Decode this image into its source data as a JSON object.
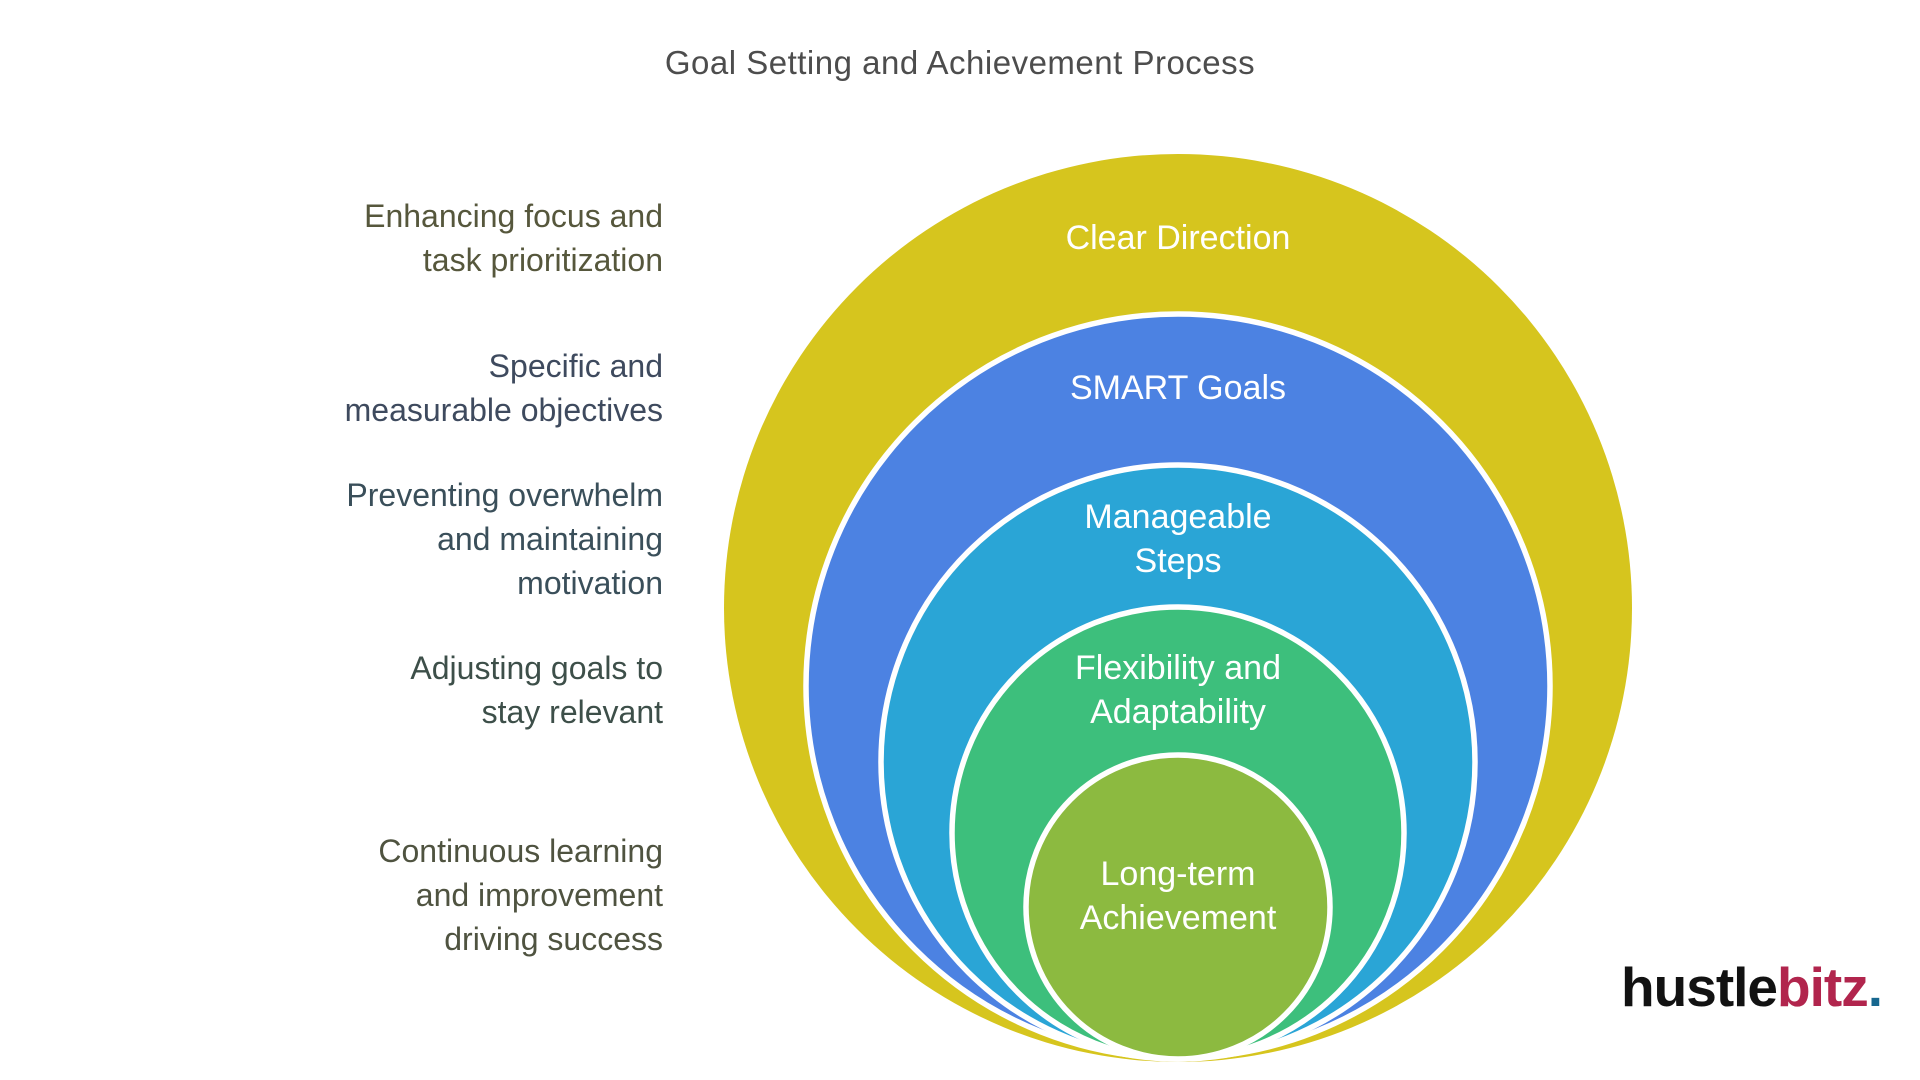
{
  "title": "Goal Setting and Achievement Process",
  "rings": [
    {
      "name": "clear-direction",
      "color": "#d6c51e",
      "label_lines": [
        "Clear Direction",
        ""
      ]
    },
    {
      "name": "smart-goals",
      "color": "#4c82e2",
      "label_lines": [
        "SMART Goals",
        ""
      ]
    },
    {
      "name": "manageable-steps",
      "color": "#2aa5d6",
      "label_lines": [
        "Manageable",
        "Steps"
      ]
    },
    {
      "name": "flexibility-adaptability",
      "color": "#3dbf7c",
      "label_lines": [
        "Flexibility and",
        "Adaptability"
      ]
    },
    {
      "name": "long-term-achievement",
      "color": "#8cba40",
      "label_lines": [
        "Long-term",
        "Achievement"
      ]
    }
  ],
  "annotations": [
    {
      "color": "#56573c",
      "lines": [
        "Enhancing focus and",
        "task prioritization",
        ""
      ]
    },
    {
      "color": "#3e4a5e",
      "lines": [
        "Specific and",
        "measurable objectives",
        ""
      ]
    },
    {
      "color": "#3a4f5a",
      "lines": [
        "Preventing overwhelm",
        "and maintaining",
        "motivation"
      ]
    },
    {
      "color": "#3d4f49",
      "lines": [
        "Adjusting goals to",
        "stay relevant",
        ""
      ]
    },
    {
      "color": "#4f5340",
      "lines": [
        "Continuous learning",
        "and improvement",
        "driving success"
      ]
    }
  ],
  "logo": {
    "part1": "hustle",
    "part2": "bitz",
    "part3": ".",
    "part1_color": "#121212",
    "part2_color": "#b1254d",
    "part3_color": "#17678f"
  }
}
